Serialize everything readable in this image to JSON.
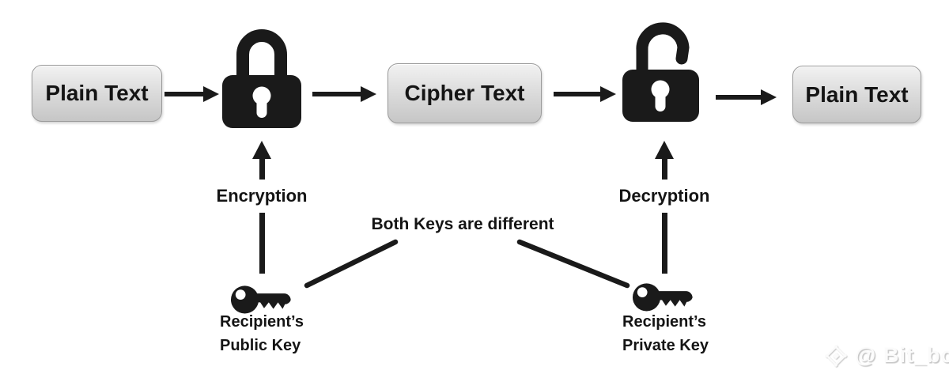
{
  "nodes": {
    "plain_text_1": "Plain Text",
    "cipher_text": "Cipher Text",
    "plain_text_2": "Plain Text"
  },
  "labels": {
    "encryption": "Encryption",
    "decryption": "Decryption",
    "note": "Both Keys are different"
  },
  "keys": {
    "public": {
      "line1": "Recipient’s",
      "line2": "Public Key"
    },
    "private": {
      "line1": "Recipient’s",
      "line2": "Private Key"
    }
  },
  "icons": {
    "left_lock": "locked-padlock-icon",
    "right_lock": "unlocked-padlock-icon",
    "left_key": "key-icon",
    "right_key": "key-icon",
    "watermark_logo": "binance-diamond-icon"
  },
  "watermark": {
    "handle": "@ Bit_boy"
  },
  "colors": {
    "ink": "#1a1a1a",
    "background": "#ffffff",
    "box_fill_top": "#f2f2f2",
    "box_fill_bottom": "#c6c6c6",
    "box_border": "#9b9b9b",
    "watermark": "#fbfbfb"
  }
}
